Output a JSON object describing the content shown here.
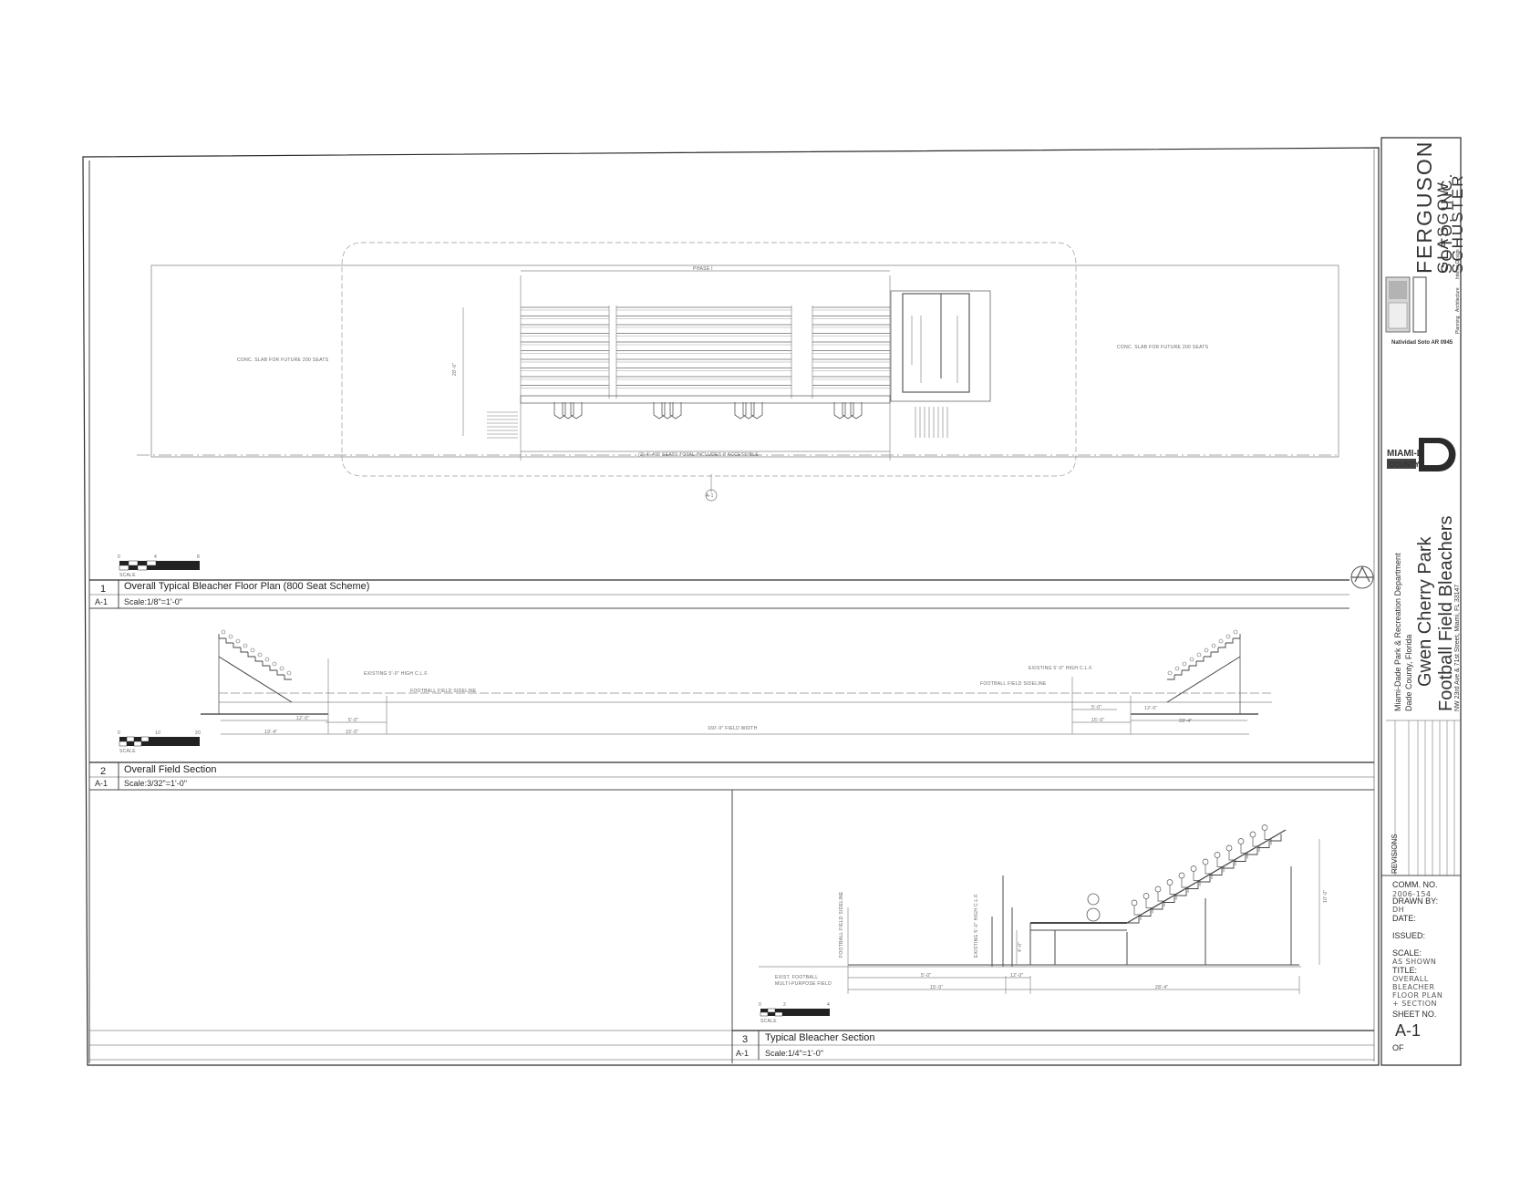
{
  "firm": {
    "name_lines": [
      "FERGUSON",
      "GLASGOW",
      "SCHUSTER",
      "SOTO, INC."
    ],
    "services": [
      "Planning",
      "Architecture",
      "Interior Design"
    ],
    "architect": "Natividad Soto AR 0945"
  },
  "client": {
    "logo_top": "MIAMI-DADE",
    "logo_bottom": "COUNTY",
    "department_lines": [
      "Miami-Dade Park & Recreation Department",
      "Dade County, Florida"
    ]
  },
  "project": {
    "title_line1": "Gwen Cherry Park",
    "title_line2": "Football Field Bleachers",
    "address": "NW 23rd Ave & 71st Street, Miami, FL 33147"
  },
  "title_block": {
    "revisions_label": "REVISIONS",
    "comm_no_label": "COMM. NO.",
    "comm_no_value": "2006-154",
    "drawn_by_label": "DRAWN BY:",
    "drawn_by_value": "DH",
    "date_label": "DATE:",
    "issued_label": "ISSUED:",
    "scale_label": "SCALE:",
    "scale_value": "AS SHOWN",
    "title_label": "TITLE:",
    "title_value_lines": [
      "OVERALL",
      "BLEACHER",
      "FLOOR PLAN",
      "+ SECTION"
    ],
    "sheet_no_label": "SHEET NO.",
    "sheet_no_value": "A-1",
    "of_label": "OF"
  },
  "drawings": [
    {
      "number": "1",
      "ref": "A-1",
      "title": "Overall Typical Bleacher Floor Plan (800 Seat Scheme)",
      "scale": "Scale:1/8\"=1'-0\""
    },
    {
      "number": "2",
      "ref": "A-1",
      "title": "Overall Field Section",
      "scale": "Scale:3/32\"=1'-0\""
    },
    {
      "number": "3",
      "ref": "A-1",
      "title": "Typical Bleacher Section",
      "scale": "Scale:1/4\"=1'-0\""
    }
  ],
  "plan_notes": {
    "left_slab": "CONC. SLAB FOR FUTURE 200 SEATS",
    "right_slab": "CONC. SLAB FOR FUTURE 200 SEATS",
    "phase": "PHASE I",
    "seats_total": "(2) 4'-400 SEATS TOTAL INCLUDES 8 ACCESSIBLE",
    "depth_dim": "28'-0\"",
    "section_tag": "A-1"
  },
  "section2_notes": {
    "fence_left": "EXISTING 5'-0\" HIGH C.L.F.",
    "sideline_left": "FOOTBALL FIELD SIDELINE",
    "fence_right": "EXISTING 5'-0\" HIGH C.L.F.",
    "sideline_right": "FOOTBALL FIELD SIDELINE",
    "field_width": "160'-0\" FIELD WIDTH",
    "dim_a": "12'-0\"",
    "dim_b": "5'-0\"",
    "dim_c": "15'-0\"",
    "dim_d": "28'-4\"",
    "dim_e": "19'-4\""
  },
  "section3_notes": {
    "sideline": "FOOTBALL FIELD SIDELINE",
    "fence": "EXISTING 5'-0\" HIGH C.L.F.",
    "field_label_1": "EXIST. FOOTBALL",
    "field_label_2": "MULTI-PURPOSE FIELD",
    "dim_5": "5'-0\"",
    "dim_12": "12'-0\"",
    "dim_15": "15'-0\"",
    "dim_28": "28'-4\"",
    "dim_h": "4'-0\"",
    "dim_rise": "10'-0\""
  },
  "scale_bar": {
    "label": "SCALE",
    "ticks": [
      "0",
      "4",
      "8"
    ],
    "ticks2": [
      "0",
      "10",
      "20"
    ],
    "ticks3": [
      "0",
      "2",
      "4"
    ]
  }
}
